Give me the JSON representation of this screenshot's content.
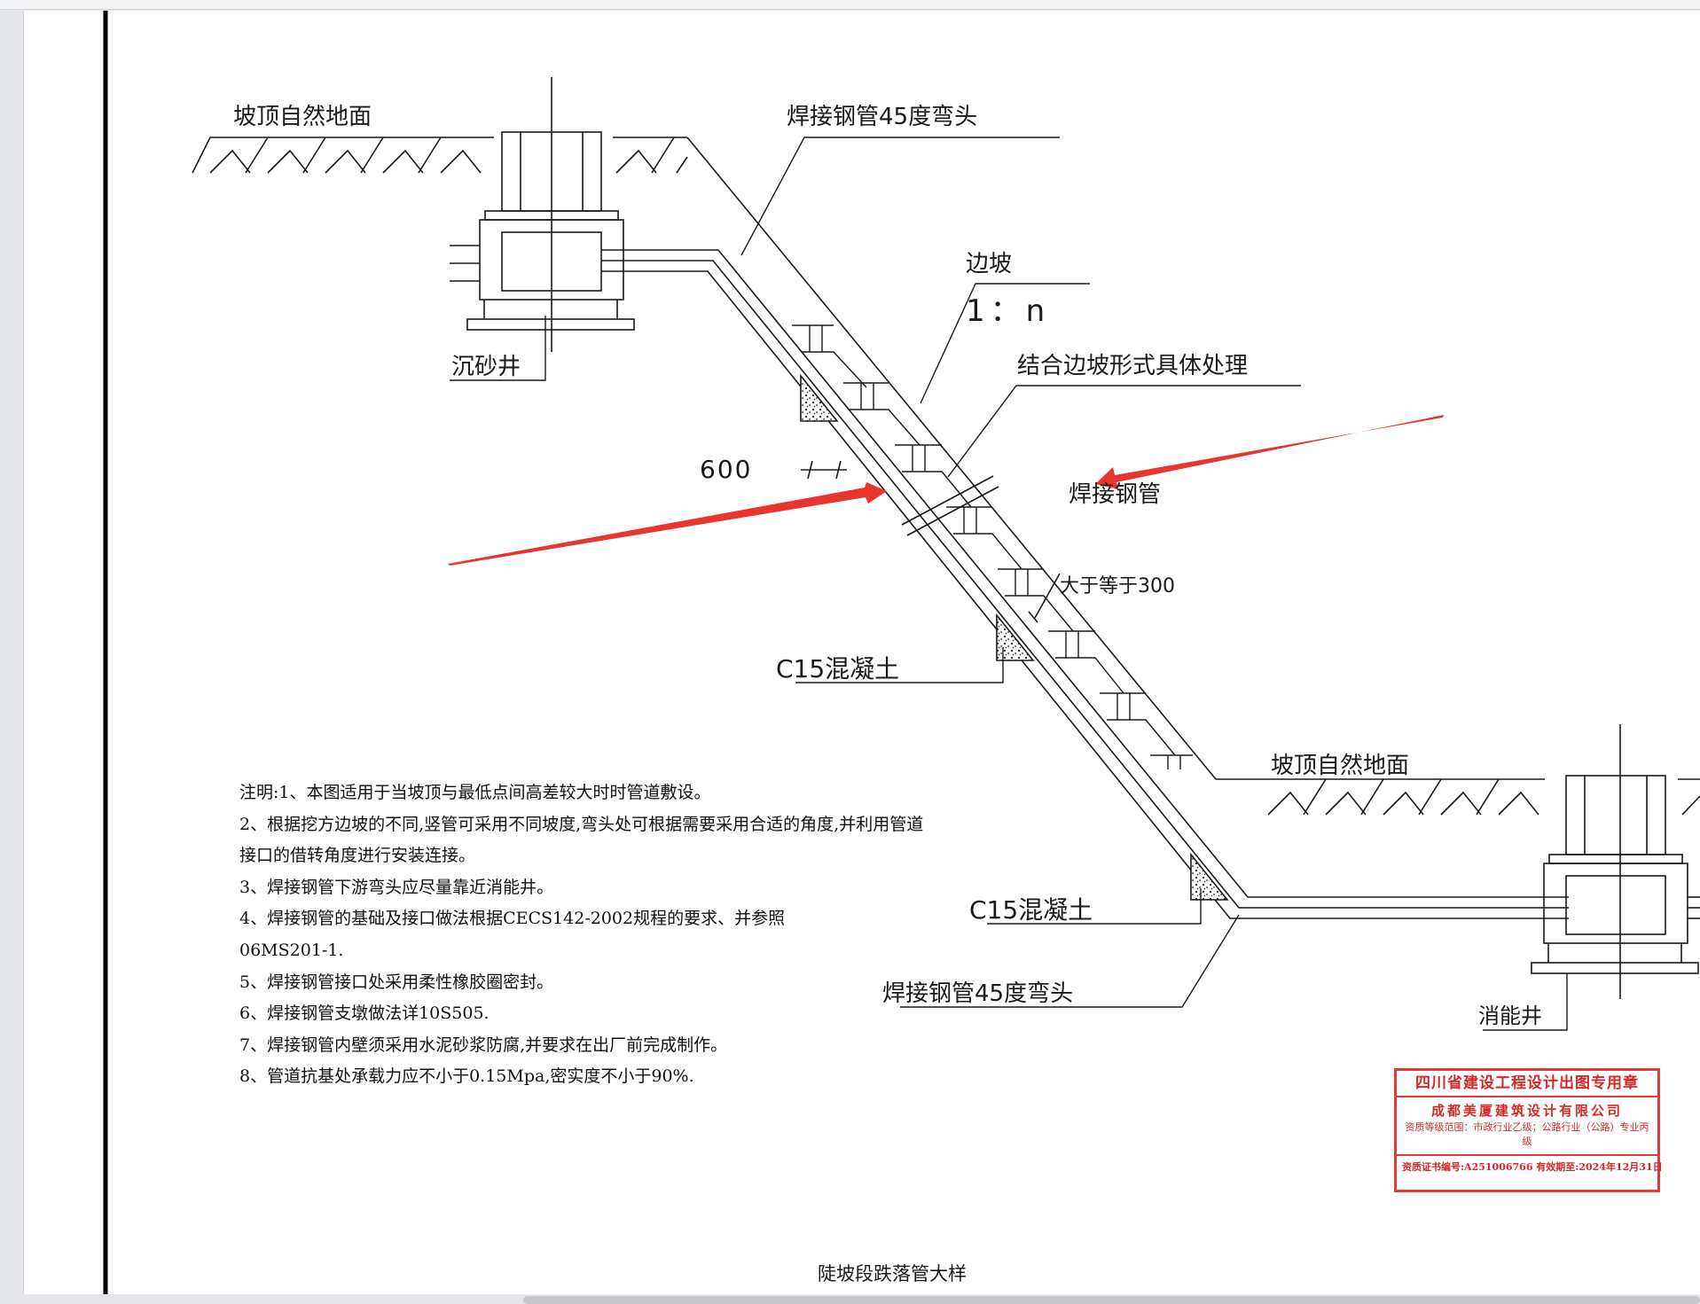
{
  "labels": {
    "top_ground": "坡顶自然地面",
    "elbow_top": "焊接钢管45度弯头",
    "slope": "边坡",
    "slope_ratio": "1：n",
    "slope_treatment": "结合边坡形式具体处理",
    "sand_well": "沉砂井",
    "dim_600": "600",
    "welded_pipe": "焊接钢管",
    "gte_300": "大于等于300",
    "concrete_upper": "C15混凝土",
    "bottom_ground": "坡顶自然地面",
    "concrete_lower": "C15混凝土",
    "elbow_bottom": "焊接钢管45度弯头",
    "energy_well": "消能井",
    "drawing_title": "陡坡段跌落管大样"
  },
  "notes": [
    "注明:1、本图适用于当坡顶与最低点间高差较大时时管道敷设。",
    "2、根据挖方边坡的不同,竖管可采用不同坡度,弯头处可根据需要采用合适的角度,并利用管道",
    "接口的借转角度进行安装连接。",
    "3、焊接钢管下游弯头应尽量靠近消能井。",
    "4、焊接钢管的基础及接口做法根据CECS142-2002规程的要求、并参照",
    "06MS201-1.",
    "5、焊接钢管接口处采用柔性橡胶圈密封。",
    "6、焊接钢管支墩做法详10S505.",
    "7、焊接钢管内壁须采用水泥砂浆防腐,并要求在出厂前完成制作。",
    "8、管道抗基处承载力应不小于0.15Mpa,密实度不小于90%."
  ],
  "stamp": {
    "title": "四川省建设工程设计出图专用章",
    "company": "成都美厦建筑设计有限公司",
    "scope": "资质等级范围：市政行业乙级；公路行业（公路）专业丙级",
    "cert": "资质证书编号:A251006766    有效期至:2024年12月31日"
  },
  "colors": {
    "line": "#1a1a1a",
    "arrow": "#e8352e",
    "stamp": "#d62828"
  }
}
